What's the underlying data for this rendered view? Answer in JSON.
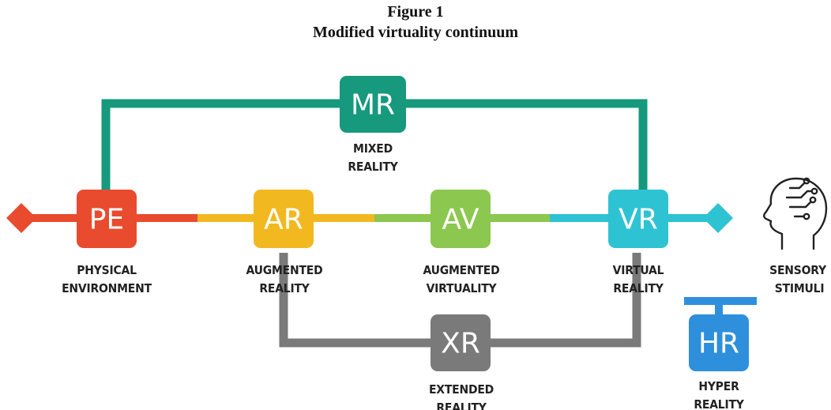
{
  "figure": {
    "number": "Figure 1",
    "title": "Modified virtuality continuum"
  },
  "nodes": {
    "pe": {
      "abbr": "PE",
      "line1": "PHYSICAL",
      "line2": "ENVIRONMENT",
      "color": "#e94b2e"
    },
    "ar": {
      "abbr": "AR",
      "line1": "AUGMENTED",
      "line2": "REALITY",
      "color": "#f2b81f"
    },
    "av": {
      "abbr": "AV",
      "line1": "AUGMENTED",
      "line2": "VIRTUALITY",
      "color": "#8cc74f"
    },
    "vr": {
      "abbr": "VR",
      "line1": "VIRTUAL",
      "line2": "REALITY",
      "color": "#2ec3d3"
    },
    "mr": {
      "abbr": "MR",
      "line1": "MIXED",
      "line2": "REALITY",
      "color": "#16997d"
    },
    "xr": {
      "abbr": "XR",
      "line1": "EXTENDED",
      "line2": "REALITY",
      "color": "#7a7a7a"
    },
    "hr": {
      "abbr": "HR",
      "line1": "HYPER",
      "line2": "REALITY",
      "color": "#2e8fdc"
    }
  },
  "sensory": {
    "line1": "SENSORY",
    "line2": "STIMULI",
    "icon": "head-circuit-icon"
  },
  "colors": {
    "mr_bracket": "#16997d",
    "xr_bracket": "#7a7a7a",
    "hr_connector": "#2e8fdc",
    "head_outline": "#222222"
  }
}
